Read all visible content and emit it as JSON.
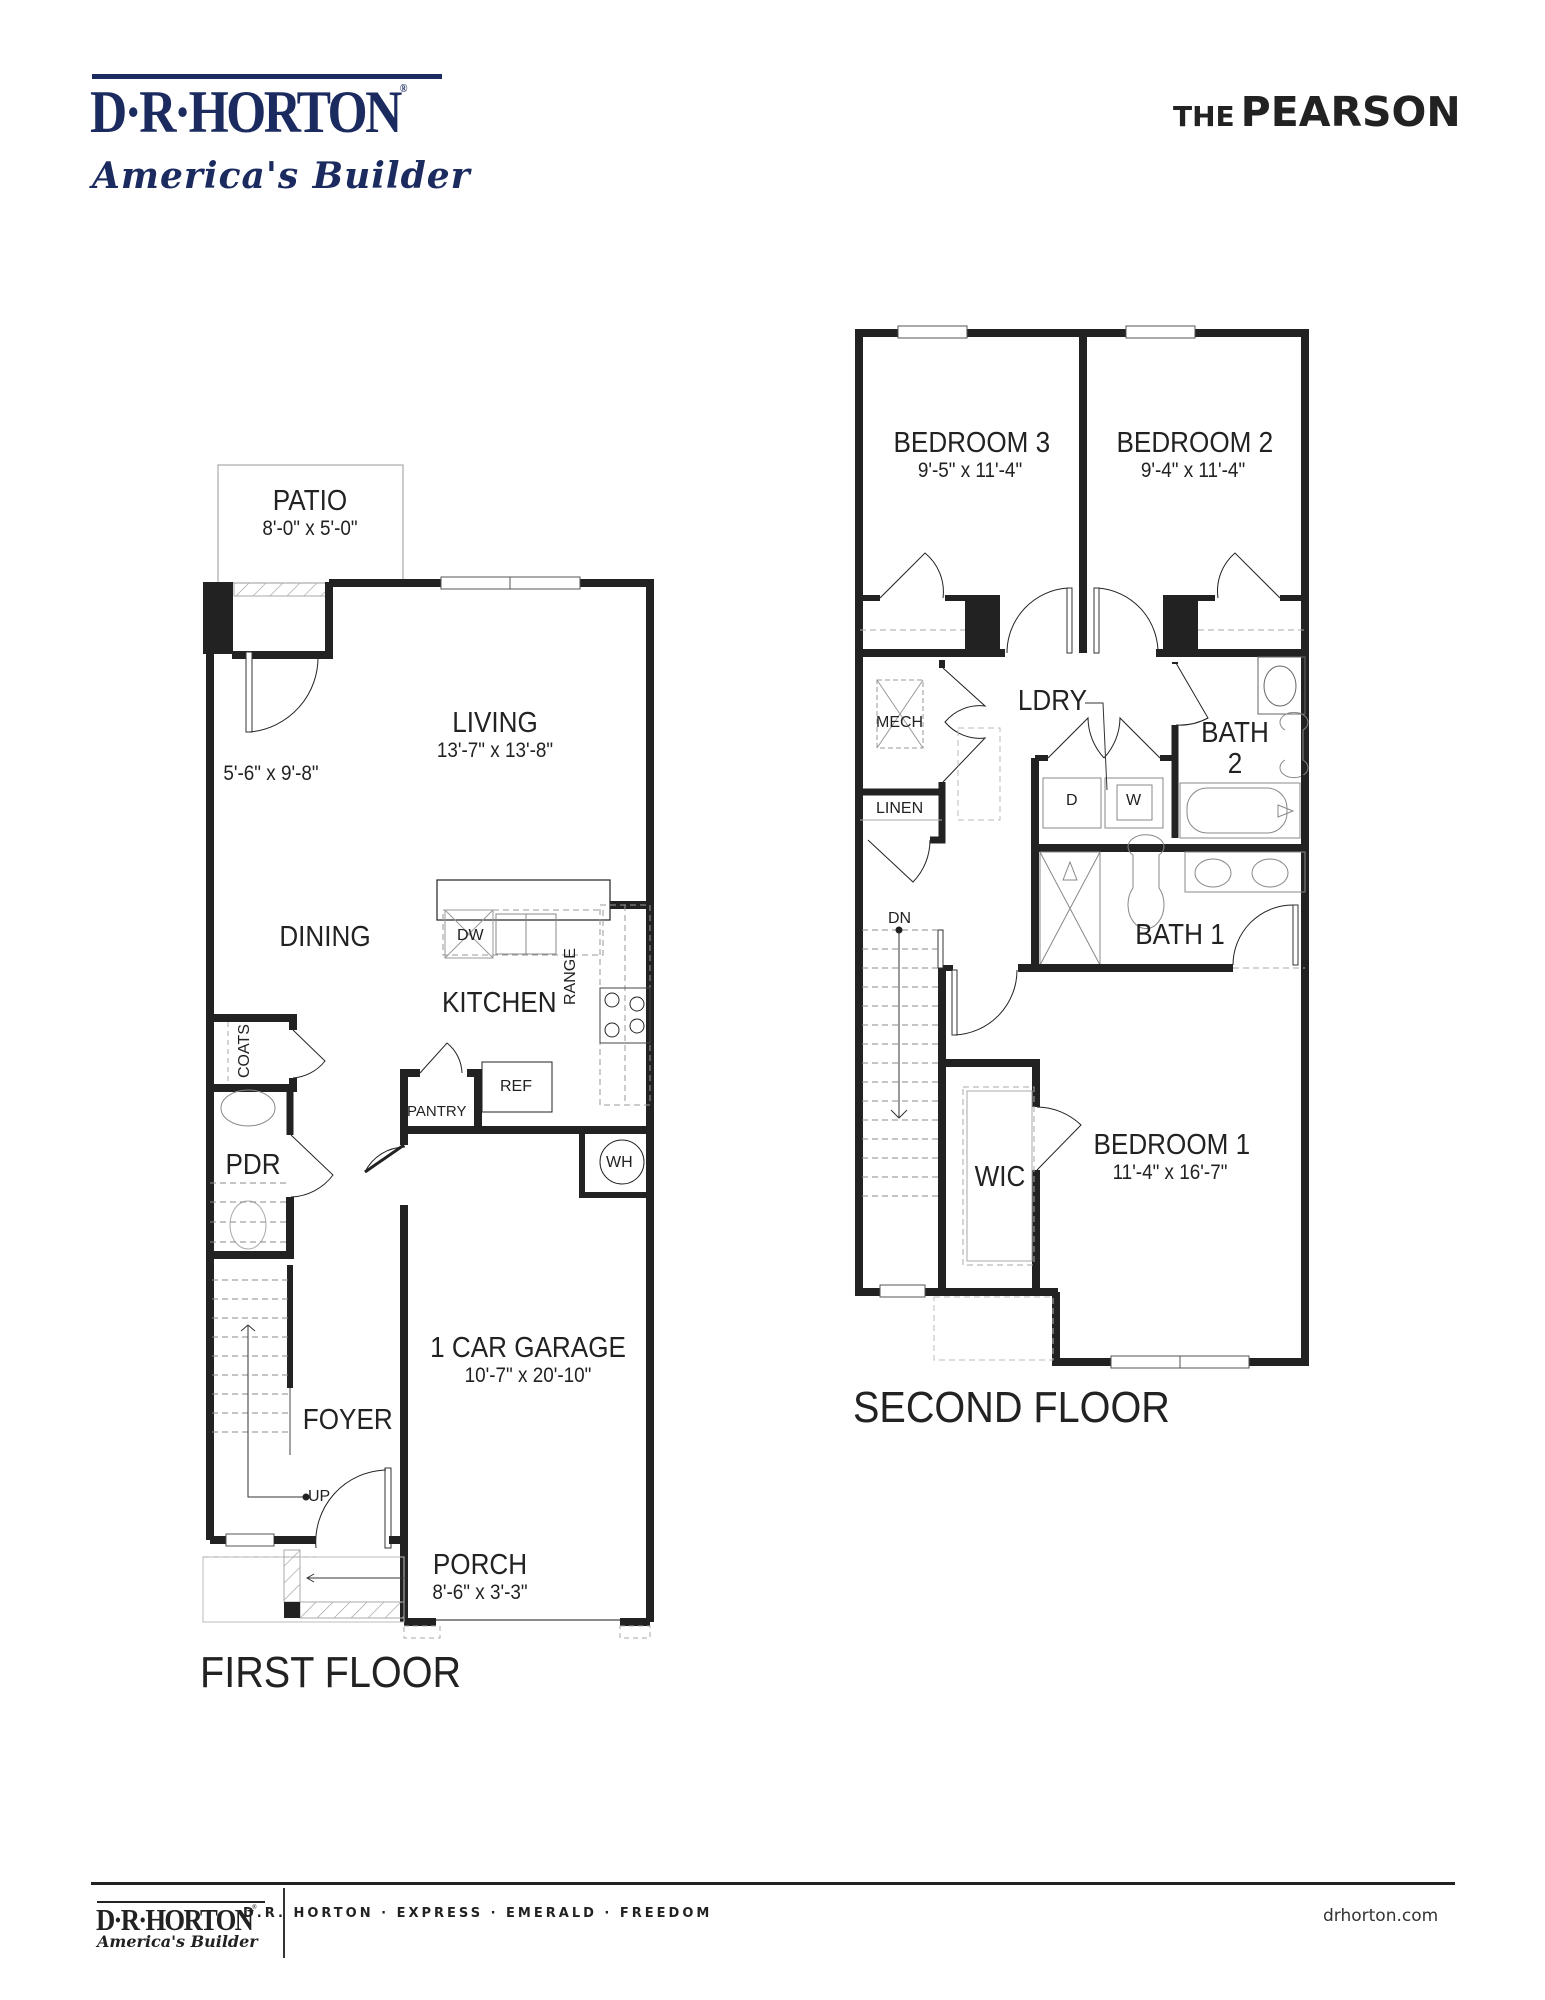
{
  "header": {
    "logo": {
      "main": "D·R·HORTON",
      "registered": "®",
      "tagline": "America's Builder"
    },
    "title_prefix": "THE",
    "title_name": "PEARSON"
  },
  "first_floor": {
    "label": "FIRST FLOOR",
    "rooms": {
      "patio": {
        "name": "PATIO",
        "dim": "8'-0\" x 5'-0\""
      },
      "living": {
        "name": "LIVING",
        "dim": "13'-7\" x 13'-8\""
      },
      "dining": {
        "name": "DINING",
        "dim": "5'-6\" x 9'-8\""
      },
      "kitchen": {
        "name": "KITCHEN"
      },
      "coats": {
        "name": "COATS"
      },
      "pdr": {
        "name": "PDR"
      },
      "pantry": {
        "name": "PANTRY"
      },
      "foyer": {
        "name": "FOYER"
      },
      "garage": {
        "name": "1 CAR GARAGE",
        "dim": "10'-7\" x 20'-10\""
      },
      "porch": {
        "name": "PORCH",
        "dim": "8'-6\" x 3'-3\""
      }
    },
    "fixtures": {
      "dw": "DW",
      "ref": "REF",
      "range": "RANGE",
      "wh": "WH",
      "stair": "UP"
    }
  },
  "second_floor": {
    "label": "SECOND FLOOR",
    "rooms": {
      "bedroom3": {
        "name": "BEDROOM 3",
        "dim": "9'-5\" x 11'-4\""
      },
      "bedroom2": {
        "name": "BEDROOM 2",
        "dim": "9'-4\" x 11'-4\""
      },
      "mech": {
        "name": "MECH"
      },
      "ldry": {
        "name": "LDRY"
      },
      "bath2": {
        "name": "BATH",
        "num": "2"
      },
      "linen": {
        "name": "LINEN"
      },
      "bath1": {
        "name": "BATH 1"
      },
      "wic": {
        "name": "WIC"
      },
      "bedroom1": {
        "name": "BEDROOM 1",
        "dim": "11'-4\" x 16'-7\""
      }
    },
    "fixtures": {
      "dryer": "D",
      "washer": "W",
      "stair": "DN"
    }
  },
  "footer": {
    "logo": {
      "main": "D·R·HORTON",
      "registered": "®",
      "tagline": "America's Builder"
    },
    "brands": "D.R. HORTON · EXPRESS · EMERALD · FREEDOM",
    "url": "drhorton.com"
  },
  "colors": {
    "brand_navy": "#1b2a5f",
    "wall": "#222222"
  }
}
